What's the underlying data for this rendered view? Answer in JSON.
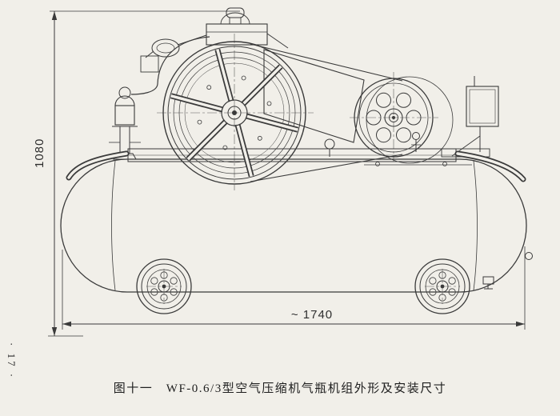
{
  "figure": {
    "caption": "图十一　WF-0.6/3型空气压缩机气瓶机组外形及安装尺寸"
  },
  "page": {
    "number": "· 17 ·"
  },
  "dimensions": {
    "height": "1080",
    "length": "~ 1740"
  },
  "colors": {
    "paper": "#f1efe9",
    "ink": "#3a3a3a"
  }
}
